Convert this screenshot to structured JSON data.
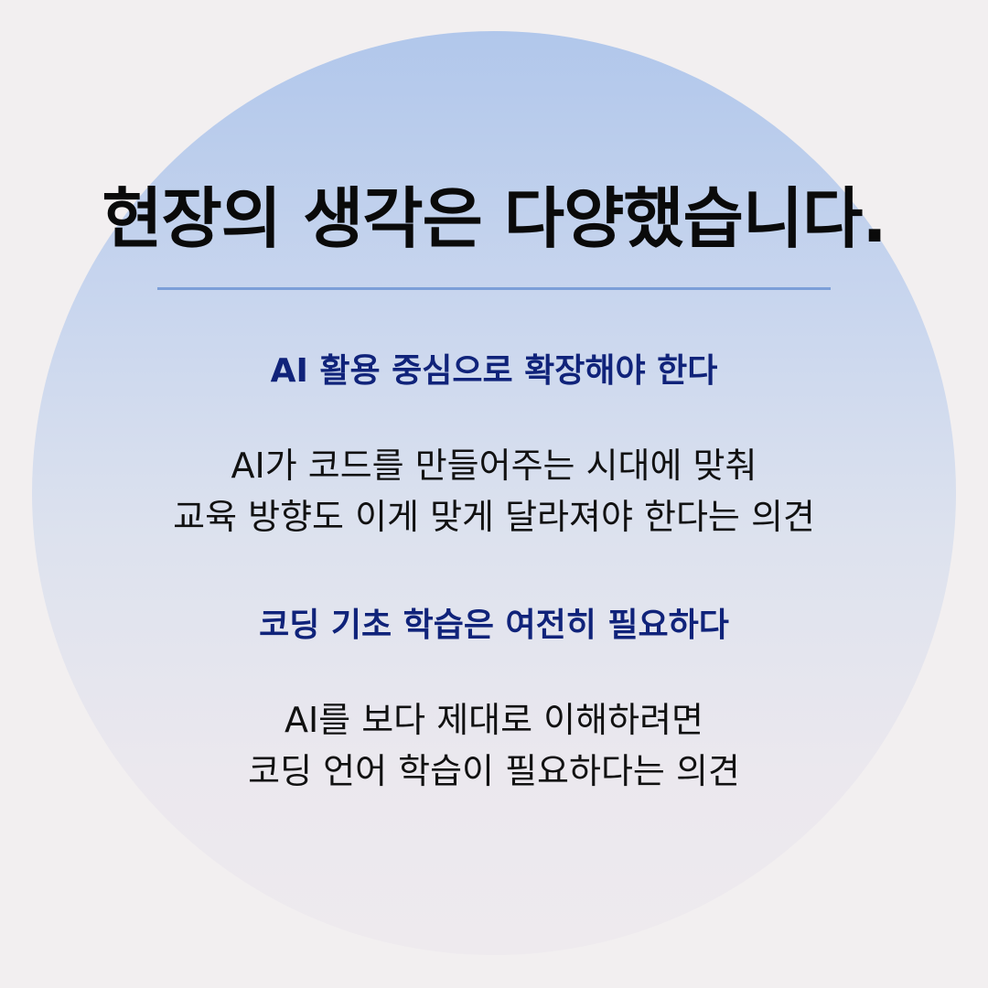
{
  "title": "현장의 생각은 다양했습니다.",
  "colors": {
    "background": "#f2eff0",
    "circle_top": "#b1c7eb",
    "circle_bottom": "#eeeaee",
    "divider": "#7c9fd8",
    "heading": "#10237a",
    "title_text": "#0a0a0a",
    "body_text": "#111111"
  },
  "sections": [
    {
      "heading": "AI 활용 중심으로 확장해야 한다",
      "lines": [
        "AI가 코드를 만들어주는 시대에 맞춰",
        "교육 방향도 이게 맞게 달라져야 한다는 의견"
      ]
    },
    {
      "heading": "코딩 기초 학습은 여전히 필요하다",
      "lines": [
        "AI를 보다 제대로 이해하려면",
        "코딩 언어 학습이 필요하다는 의견"
      ]
    }
  ]
}
